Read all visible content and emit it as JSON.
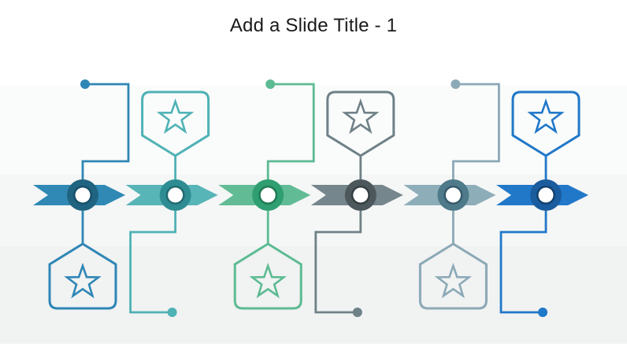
{
  "slide": {
    "title": "Add a Slide Title - 1"
  },
  "timeline": {
    "step_count": 6,
    "steps": [
      {
        "id": 1,
        "badge_position": "below",
        "icon": "star-icon",
        "colors": {
          "chevron": "#2F89B4",
          "ring": "#1F6480",
          "ring_edge": "#17506A",
          "accent": "#2E86B5"
        }
      },
      {
        "id": 2,
        "badge_position": "above",
        "icon": "star-icon",
        "colors": {
          "chevron": "#57B4B7",
          "ring": "#2E8D92",
          "ring_edge": "#206A6F",
          "accent": "#4FB2B5"
        }
      },
      {
        "id": 3,
        "badge_position": "below",
        "icon": "star-icon",
        "colors": {
          "chevron": "#61BC95",
          "ring": "#2F9E71",
          "ring_edge": "#207A54",
          "accent": "#5CBB93"
        }
      },
      {
        "id": 4,
        "badge_position": "above",
        "icon": "star-icon",
        "colors": {
          "chevron": "#75868C",
          "ring": "#4C585C",
          "ring_edge": "#353F43",
          "accent": "#6E8187"
        }
      },
      {
        "id": 5,
        "badge_position": "below",
        "icon": "star-icon",
        "colors": {
          "chevron": "#8DAEB9",
          "ring": "#4E7A8A",
          "ring_edge": "#375A6B",
          "accent": "#8BA9B6"
        }
      },
      {
        "id": 6,
        "badge_position": "above",
        "icon": "star-icon",
        "colors": {
          "chevron": "#2178C9",
          "ring": "#1A5C9E",
          "ring_edge": "#12416F",
          "accent": "#1F78C8"
        }
      }
    ]
  }
}
